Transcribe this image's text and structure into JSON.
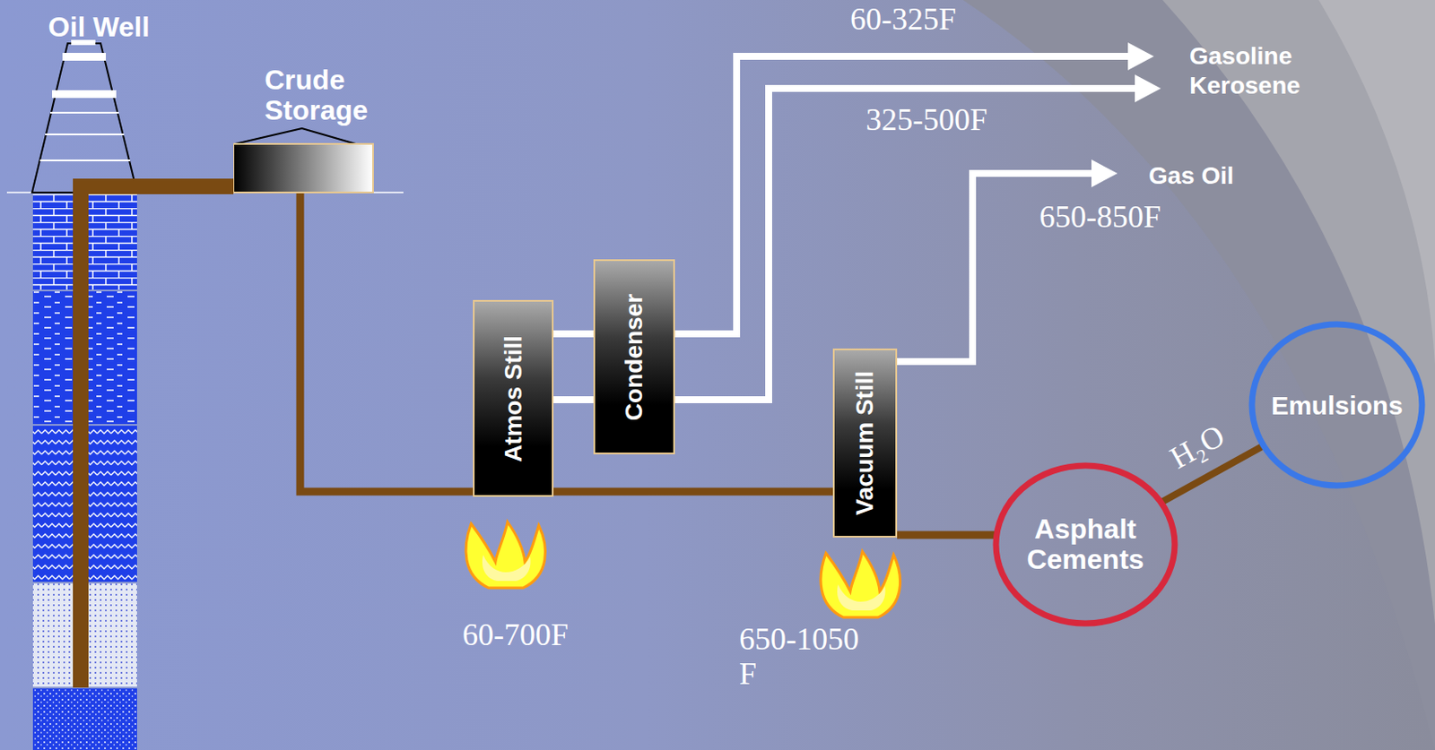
{
  "diagram": {
    "nodes": [
      {
        "text": [
          "Crude Storage"
        ]
      },
      {
        "text": [
          "Atmos Still"
        ]
      },
      {
        "text": [
          "Condenser"
        ]
      },
      {
        "text": [
          "Vacuum Still"
        ]
      },
      {
        "text": [
          "Asphalt Cements"
        ]
      },
      {
        "text": [
          "Emulsions"
        ]
      }
    ],
    "edges": [
      {
        "from": 0,
        "to": 1,
        "arrow": "none"
      },
      {
        "from": 1,
        "to": 2,
        "arrow": "none"
      },
      {
        "from": 1,
        "to": 2,
        "arrow": "none"
      },
      {
        "from": 1,
        "to": 3,
        "arrow": "none"
      },
      {
        "from": 3,
        "to": 4,
        "arrow": "none"
      },
      {
        "from": 4,
        "to": 5,
        "label": "H₂O",
        "arrow": "none"
      }
    ],
    "labels": [
      "Oil Well",
      "60-325F",
      "Gasoline",
      "Kerosene",
      "325-500F",
      "Gas Oil",
      "650-850F",
      "60-700F",
      "650-1050 F"
    ]
  }
}
